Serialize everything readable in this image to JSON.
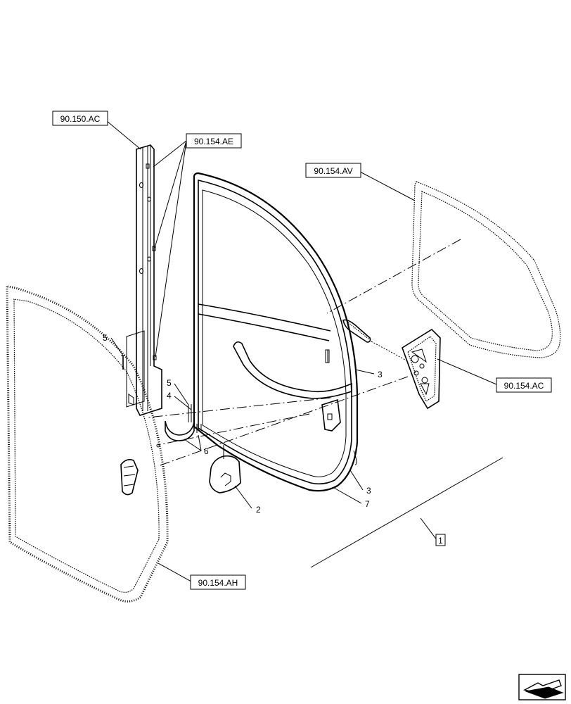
{
  "reference_labels": {
    "ref_90_150_AC": "90.150.AC",
    "ref_90_154_AE": "90.154.AE",
    "ref_90_154_AV": "90.154.AV",
    "ref_90_154_AC": "90.154.AC",
    "ref_90_154_AH": "90.154.AH",
    "assembly": "1"
  },
  "callouts": {
    "c2": "2",
    "c3_upper": "3",
    "c3_lower": "3",
    "c4": "4",
    "c5_left": "5",
    "c5_mid": "5",
    "c6": "6",
    "c7": "7"
  },
  "nav_icon": "next-page-arrow-icon"
}
